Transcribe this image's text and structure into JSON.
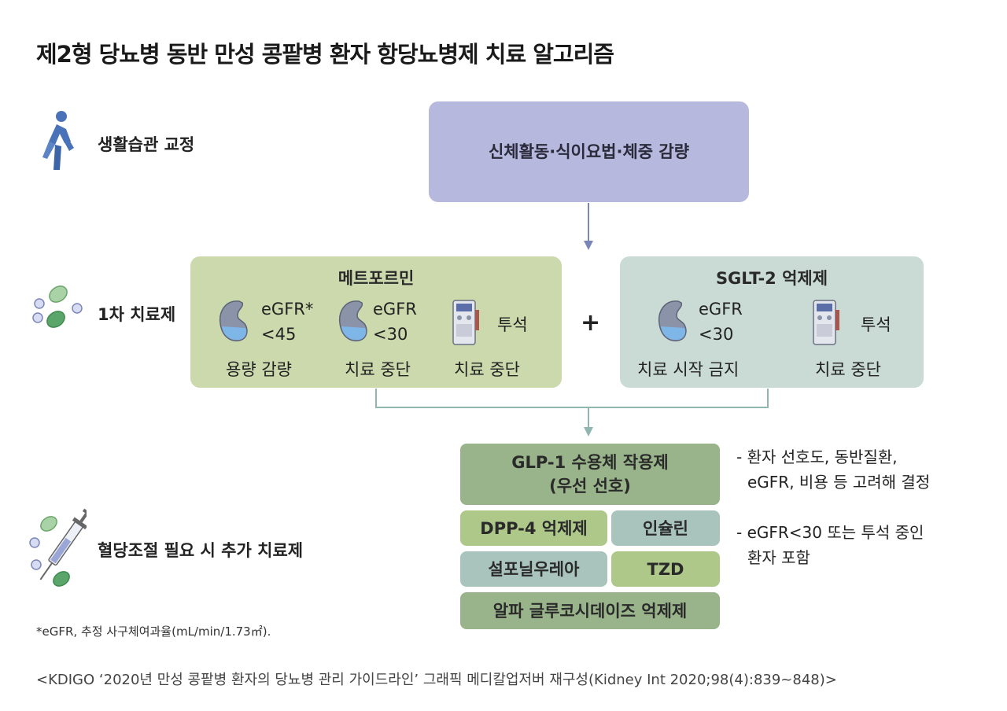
{
  "title": "제2형 당뇨병 동반 만성 콩팥병 환자 항당뇨병제 치료 알고리즘",
  "rows": {
    "lifestyle": {
      "label": "생활습관 교정",
      "icon": "runner-icon"
    },
    "first_line": {
      "label": "1차 치료제",
      "icon": "pills-icon"
    },
    "additional": {
      "label": "혈당조절 필요 시 추가 치료제",
      "icon": "syringe-pills-icon"
    }
  },
  "lifestyle_box": "신체활동·식이요법·체중 감량",
  "metformin": {
    "title": "메트포르민",
    "items": [
      {
        "icon": "kidney-icon",
        "line1": "eGFR*",
        "line2": "<45",
        "caption": "용량 감량"
      },
      {
        "icon": "kidney-icon",
        "line1": "eGFR",
        "line2": "<30",
        "caption": "치료 중단"
      },
      {
        "icon": "dialysis-machine-icon",
        "line1": "투석",
        "line2": "",
        "caption": "치료 중단"
      }
    ]
  },
  "plus": "+",
  "sglt2": {
    "title": "SGLT-2 억제제",
    "items": [
      {
        "icon": "kidney-icon",
        "line1": "eGFR",
        "line2": "<30",
        "caption": "치료 시작 금지"
      },
      {
        "icon": "dialysis-machine-icon",
        "line1": "투석",
        "line2": "",
        "caption": "치료 중단"
      }
    ]
  },
  "additional_drugs": {
    "glp1_line1": "GLP-1 수용체 작용제",
    "glp1_line2": "(우선 선호)",
    "dpp4": "DPP-4 억제제",
    "insulin": "인슐린",
    "sulfonylurea": "설포닐우레아",
    "tzd": "TZD",
    "agi": "알파 글루코시데이즈 억제제"
  },
  "notes": {
    "note1_line1": "- 환자 선호도, 동반질환,",
    "note1_line2": "eGFR, 비용 등 고려해 결정",
    "note2_line1": "- eGFR<30 또는 투석 중인",
    "note2_line2": "환자 포함"
  },
  "footnote": "*eGFR, 추정 사구체여과율(mL/min/1.73㎡).",
  "source": "<KDIGO ‘2020년 만성 콩팥병 환자의 당뇨병 관리 가이드라인’ 그래픽 메디칼업저버 재구성(Kidney Int 2020;98(4):839~848)>",
  "colors": {
    "lifestyle": "#b6b9dd",
    "metformin": "#cbd9ad",
    "sglt2": "#c9dbd4",
    "glp1": "#99b48a",
    "connector": "#8fb6b0",
    "arrow": "#7a86b8"
  }
}
